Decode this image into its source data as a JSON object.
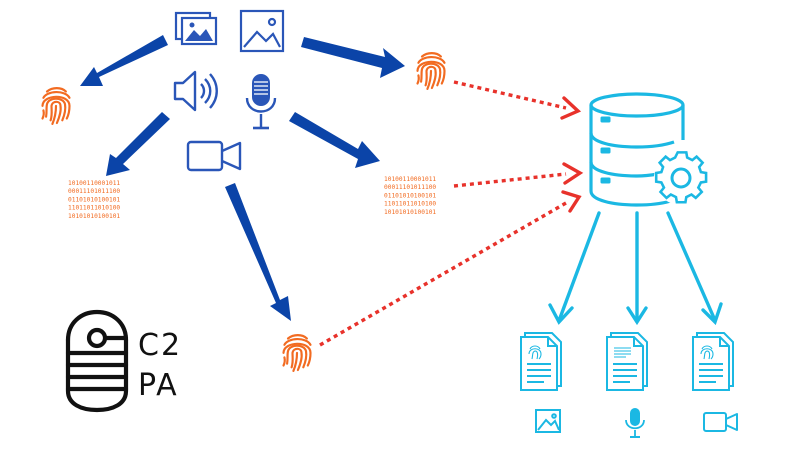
{
  "logo": {
    "line1": "C2",
    "line2": "PA"
  },
  "binary_blocks": [
    [
      "10100110001011",
      "00011101011100",
      "01101010100101",
      "11011011010100",
      "10101010100101"
    ],
    [
      "10100110001011",
      "00011101011100",
      "01101010100101",
      "11011011010100",
      "10101010100101"
    ]
  ],
  "colors": {
    "dark_blue": "#0b44a8",
    "icon_blue": "#2a56b8",
    "orange": "#f26b21",
    "red_dots": "#e8322b",
    "cyan": "#1bb8e3",
    "black": "#111111"
  },
  "icons": [
    "image-stack-icon",
    "image-icon",
    "speaker-icon",
    "microphone-icon",
    "video-camera-icon",
    "fingerprint-icon",
    "database-gear-icon",
    "document-fingerprint-icon",
    "document-text-icon"
  ]
}
